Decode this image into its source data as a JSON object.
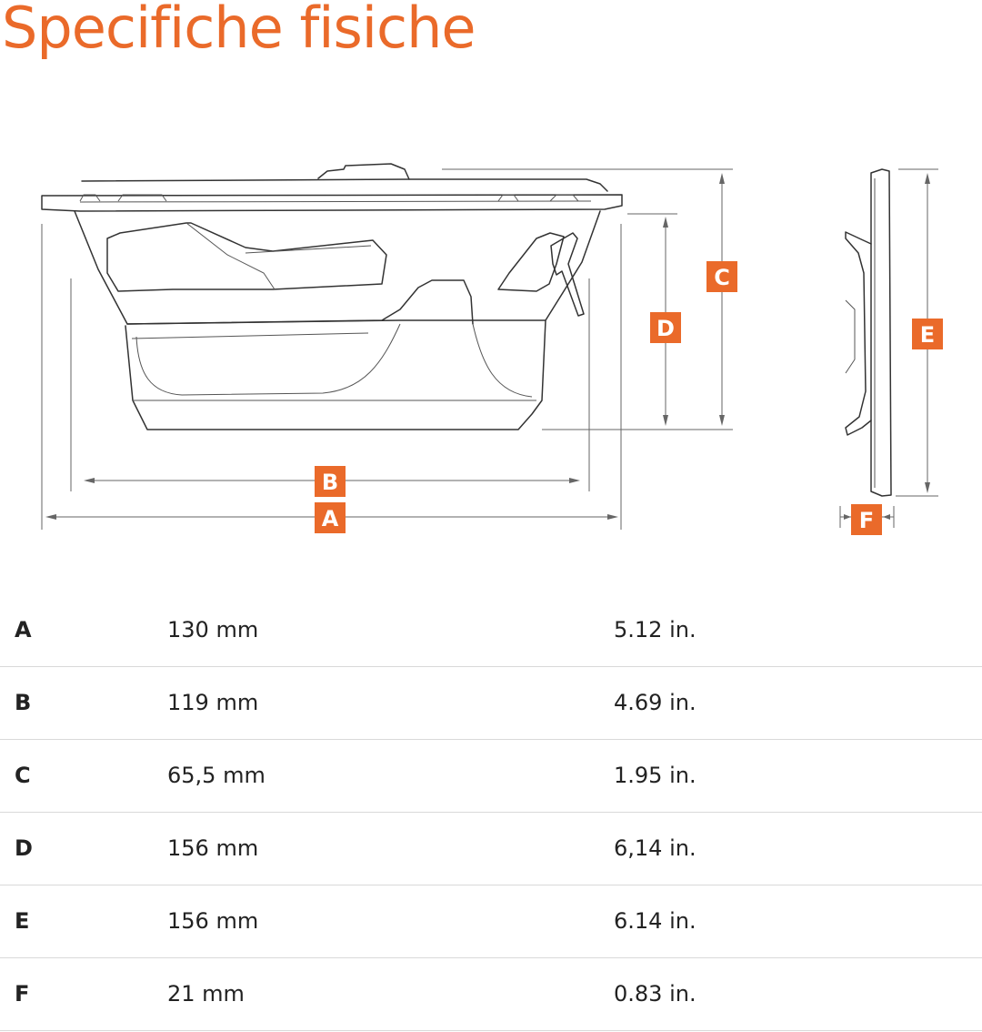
{
  "title": "Specifiche fisiche",
  "dimension_labels": {
    "A": "A",
    "B": "B",
    "C": "C",
    "D": "D",
    "E": "E",
    "F": "F"
  },
  "colors": {
    "accent": "#ea6a2a",
    "text": "#222222",
    "divider": "#d9d9d9"
  },
  "specs": [
    {
      "key": "A",
      "mm": "130 mm",
      "inch": "5.12 in."
    },
    {
      "key": "B",
      "mm": "119 mm",
      "inch": "4.69 in."
    },
    {
      "key": "C",
      "mm": "65,5 mm",
      "inch": "1.95 in."
    },
    {
      "key": "D",
      "mm": "156 mm",
      "inch": "6,14 in."
    },
    {
      "key": "E",
      "mm": "156 mm",
      "inch": "6.14 in."
    },
    {
      "key": "F",
      "mm": "21 mm",
      "inch": "0.83 in."
    }
  ]
}
